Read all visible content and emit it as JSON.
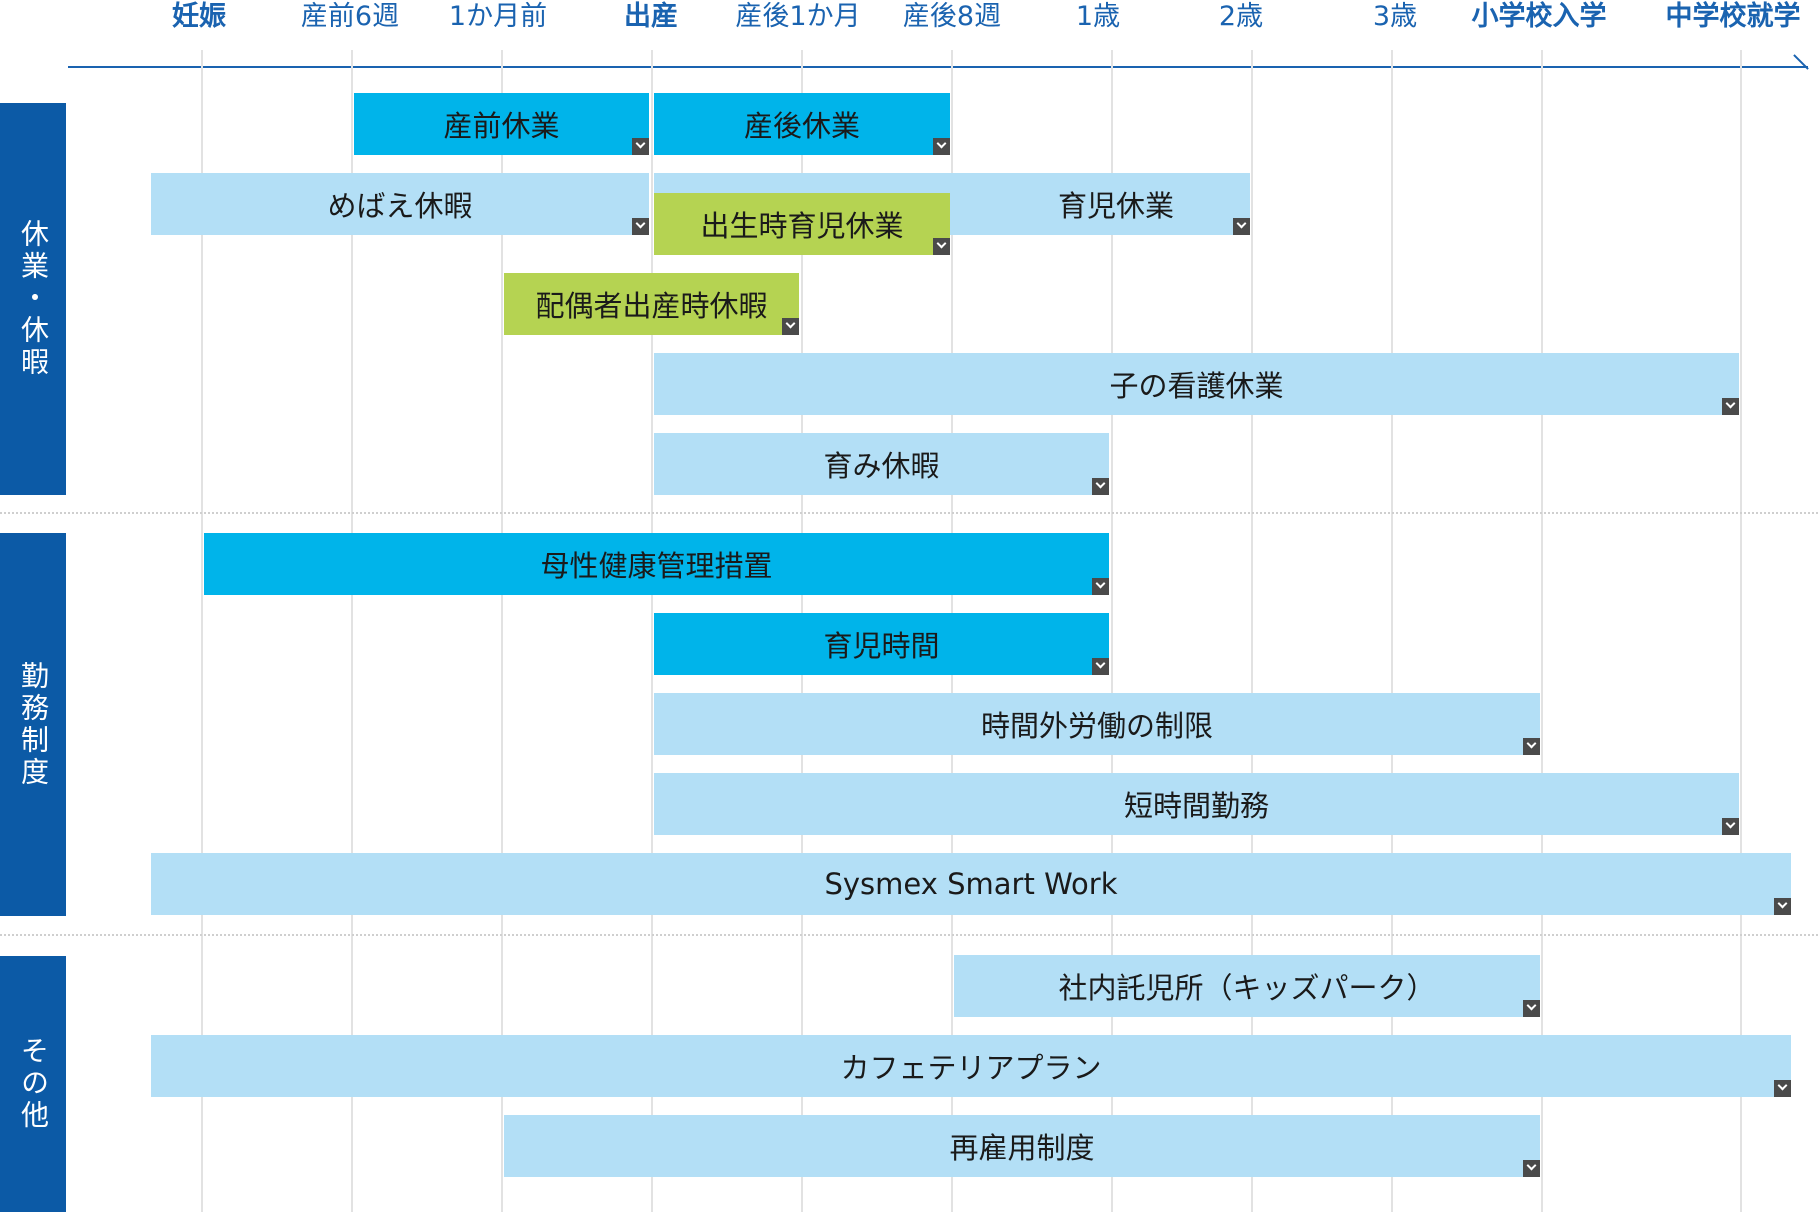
{
  "timeline": {
    "ticks": [
      {
        "label": "妊娠",
        "bold": true
      },
      {
        "label": "産前6週",
        "bold": false
      },
      {
        "label": "1か月前",
        "bold": false
      },
      {
        "label": "出産",
        "bold": true
      },
      {
        "label": "産後1か月",
        "bold": false
      },
      {
        "label": "産後8週",
        "bold": false
      },
      {
        "label": "1歳",
        "bold": false
      },
      {
        "label": "2歳",
        "bold": false
      },
      {
        "label": "3歳",
        "bold": false
      },
      {
        "label": "小学校入学",
        "bold": true
      },
      {
        "label": "中学校就学",
        "bold": true
      }
    ]
  },
  "sections": [
    {
      "label": "休業・休暇"
    },
    {
      "label": "勤務制度"
    },
    {
      "label": "その他"
    }
  ],
  "bars": [
    {
      "label": "産前休業",
      "start": "産前6週",
      "end": "出産",
      "color": "#00b4ea"
    },
    {
      "label": "産後休業",
      "start": "出産",
      "end": "産後8週",
      "color": "#00b4ea"
    },
    {
      "label": "めばえ休暇",
      "start": "妊娠以前",
      "end": "出産",
      "color": "#b3dff6"
    },
    {
      "label": "育児休業",
      "start": "出産",
      "end": "2歳",
      "color": "#b3dff6"
    },
    {
      "label": "出生時育児休業",
      "start": "出産",
      "end": "産後8週",
      "color": "#b5d352"
    },
    {
      "label": "配偶者出産時休暇",
      "start": "1か月前",
      "end": "産後1か月",
      "color": "#b5d352"
    },
    {
      "label": "子の看護休業",
      "start": "出産",
      "end": "小学校卒業前",
      "color": "#b3dff6"
    },
    {
      "label": "育み休暇",
      "start": "出産",
      "end": "1歳",
      "color": "#b3dff6"
    },
    {
      "label": "母性健康管理措置",
      "start": "妊娠",
      "end": "1歳",
      "color": "#00b4ea"
    },
    {
      "label": "育児時間",
      "start": "出産",
      "end": "1歳",
      "color": "#00b4ea"
    },
    {
      "label": "時間外労働の制限",
      "start": "出産",
      "end": "小学校入学",
      "color": "#b3dff6"
    },
    {
      "label": "短時間勤務",
      "start": "出産",
      "end": "小学校卒業前",
      "color": "#b3dff6"
    },
    {
      "label": "Sysmex Smart Work",
      "start": "妊娠以前",
      "end": "中学校就学以降",
      "color": "#b3dff6"
    },
    {
      "label": "社内託児所（キッズパーク）",
      "start": "産後8週",
      "end": "小学校入学",
      "color": "#b3dff6"
    },
    {
      "label": "カフェテリアプラン",
      "start": "妊娠以前",
      "end": "中学校就学以降",
      "color": "#b3dff6"
    },
    {
      "label": "再雇用制度",
      "start": "1か月前",
      "end": "小学校入学",
      "color": "#b3dff6"
    }
  ]
}
